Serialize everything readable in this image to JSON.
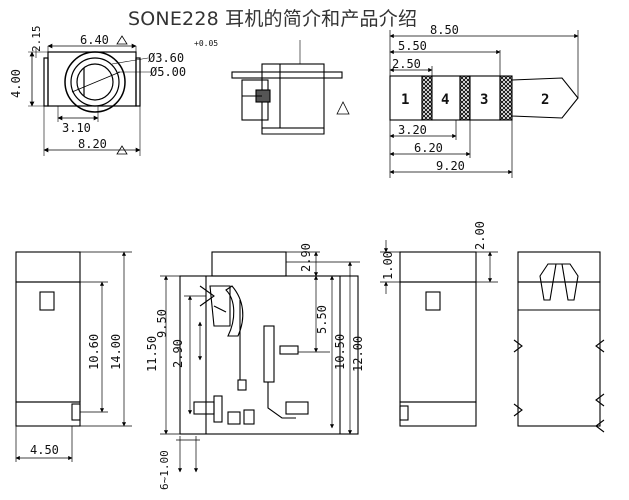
{
  "title": "SONE228 耳机的简介和产品介绍",
  "front_view": {
    "dims": [
      "6.40",
      "2.15",
      "4.00",
      "3.10",
      "8.20",
      "Ø3.60",
      "Ø5.00"
    ],
    "tolerance": "+0.05"
  },
  "plug": {
    "dims": [
      "8.50",
      "5.50",
      "2.50",
      "3.20",
      "6.20",
      "9.20"
    ],
    "contacts": [
      "1",
      "4",
      "3",
      "2"
    ]
  },
  "bottom_views": {
    "dims_left": [
      "10.60",
      "14.00",
      "4.50"
    ],
    "dims_mid_vertical": [
      "11.50",
      "9.50",
      "2.90",
      "2.90",
      "5.50",
      "10.50",
      "12.00",
      "6~1.00"
    ],
    "dims_right": [
      "1.00",
      "2.00"
    ]
  }
}
